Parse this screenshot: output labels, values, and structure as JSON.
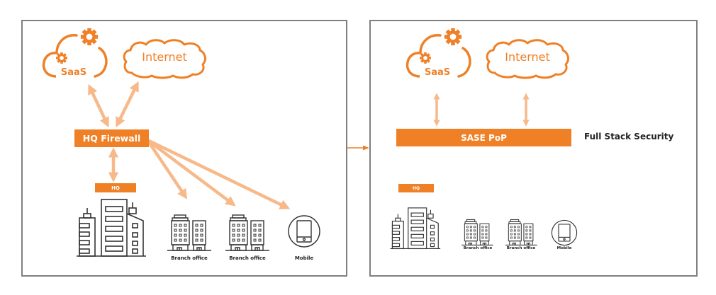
{
  "colors": {
    "accent": "#ef8026",
    "arrow": "#f7b98a",
    "border": "#808080",
    "icon_stroke": "#333333",
    "text": "#222222"
  },
  "left_panel": {
    "saas_label": "SaaS",
    "internet_label": "Internet",
    "firewall_label": "HQ Firewall",
    "hq_label": "HQ",
    "branch1_label": "Branch office",
    "branch2_label": "Branch office",
    "mobile_label": "Mobile"
  },
  "right_panel": {
    "saas_label": "SaaS",
    "internet_label": "Internet",
    "sase_label": "SASE PoP",
    "security_label": "Full Stack Security",
    "hq_label": "HQ",
    "branch1_label": "Branch office",
    "branch2_label": "Branch office",
    "mobile_label": "Mobile"
  },
  "icons": {
    "saas": "cloud-gears-icon",
    "internet": "cloud-icon",
    "hq": "hq-buildings-icon",
    "branch": "branch-building-icon",
    "mobile": "mobile-phone-icon",
    "transition": "arrow-right-icon"
  }
}
